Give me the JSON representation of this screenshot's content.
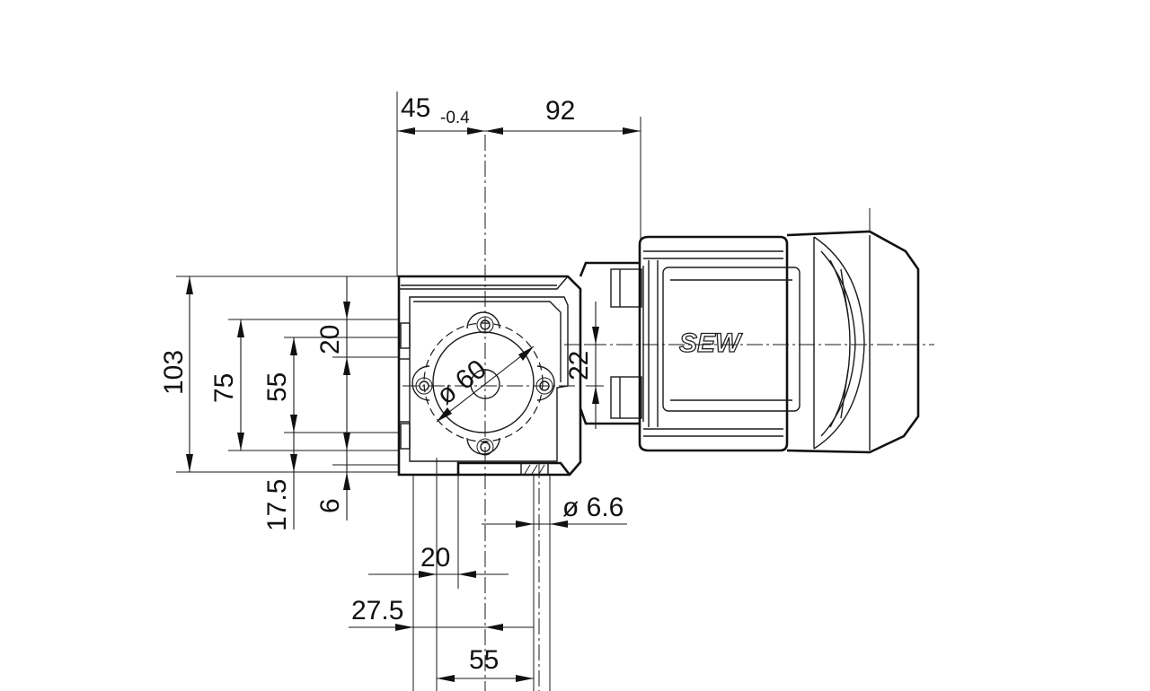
{
  "drawing": {
    "brand_logo": "SEW",
    "dimensions": {
      "width_gearbox": "45",
      "width_gearbox_tolerance": "-0.4",
      "width_offset": "92",
      "height_total": "103",
      "height_mount": "75",
      "height_55": "55",
      "height_20": "20",
      "offset_22": "22",
      "offset_17_5": "17.5",
      "offset_6": "6",
      "flange_diameter": "ø 60",
      "hole_diameter": "ø 6.6",
      "bottom_20": "20",
      "bottom_27_5": "27.5",
      "bottom_55": "55"
    }
  }
}
